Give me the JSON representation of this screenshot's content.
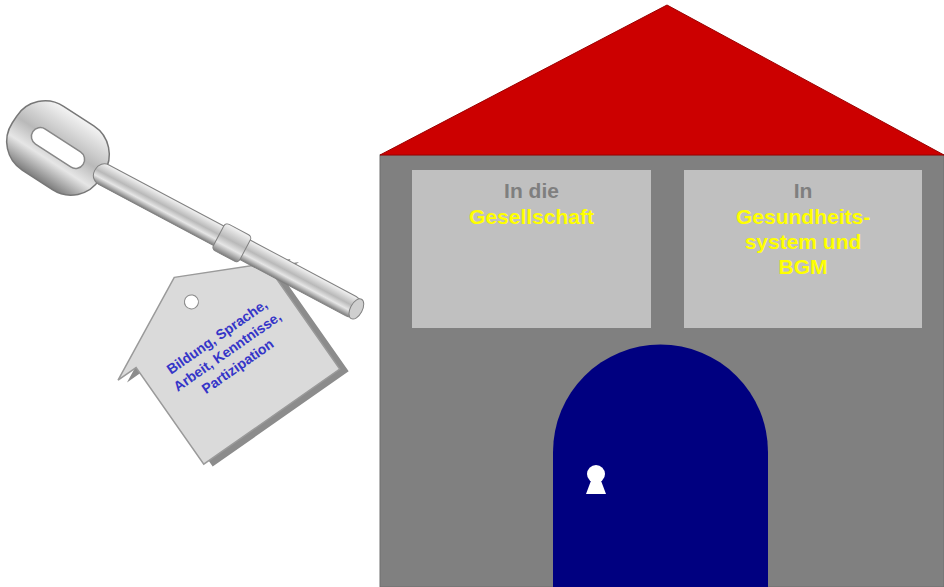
{
  "diagram": {
    "nodes": [
      {
        "text": [
          "Bildung, Sprache, Arbeit, Kenntnisse, Partizipation"
        ]
      },
      {
        "text": [
          "In die",
          "Gesellschaft"
        ]
      },
      {
        "text": [
          "In",
          "Gesundheits- system und BGM"
        ]
      }
    ]
  }
}
